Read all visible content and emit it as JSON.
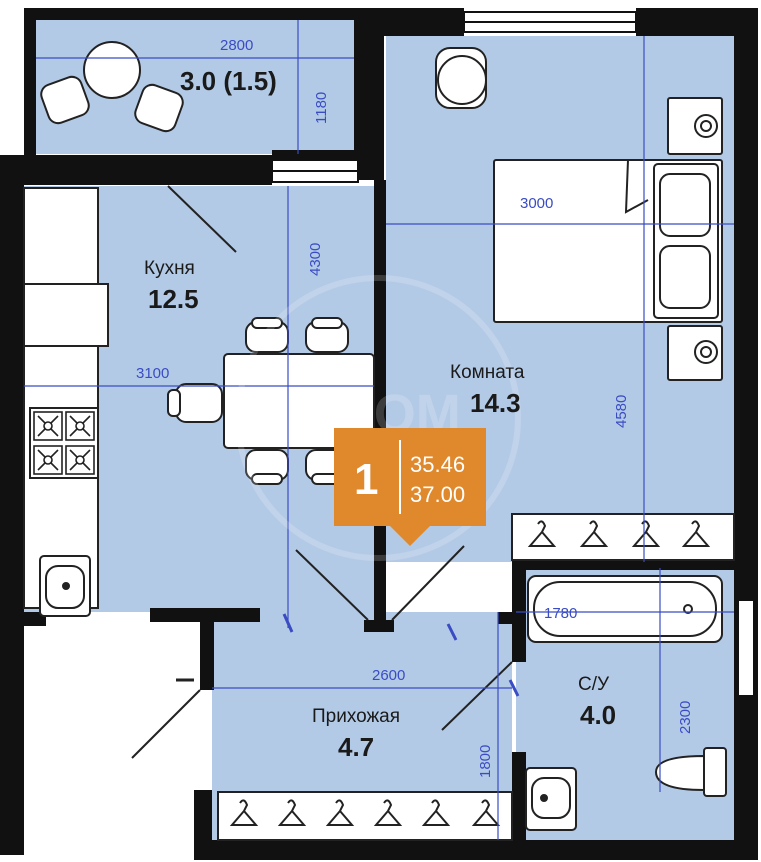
{
  "rooms": {
    "balcony": {
      "area": "3.0 (1.5)"
    },
    "kitchen": {
      "name": "Кухня",
      "area": "12.5"
    },
    "room": {
      "name": "Комната",
      "area": "14.3"
    },
    "hall": {
      "name": "Прихожая",
      "area": "4.7"
    },
    "bath": {
      "name": "С/У",
      "area": "4.0"
    }
  },
  "dimensions": {
    "balcony_width": "2800",
    "balcony_depth": "1180",
    "kitchen_length": "4300",
    "kitchen_width": "3100",
    "room_width": "3000",
    "room_length": "4580",
    "hall_width": "2600",
    "hall_depth": "1800",
    "bath_width": "1780",
    "bath_length": "2300"
  },
  "badge": {
    "rooms": "1",
    "living_area": "35.46",
    "total_area": "37.00"
  },
  "watermark": "ДОМ",
  "colors": {
    "floor": "#b3cae6",
    "wall": "#111111",
    "dimension": "#3a4cc4",
    "badge": "#e0892c"
  }
}
